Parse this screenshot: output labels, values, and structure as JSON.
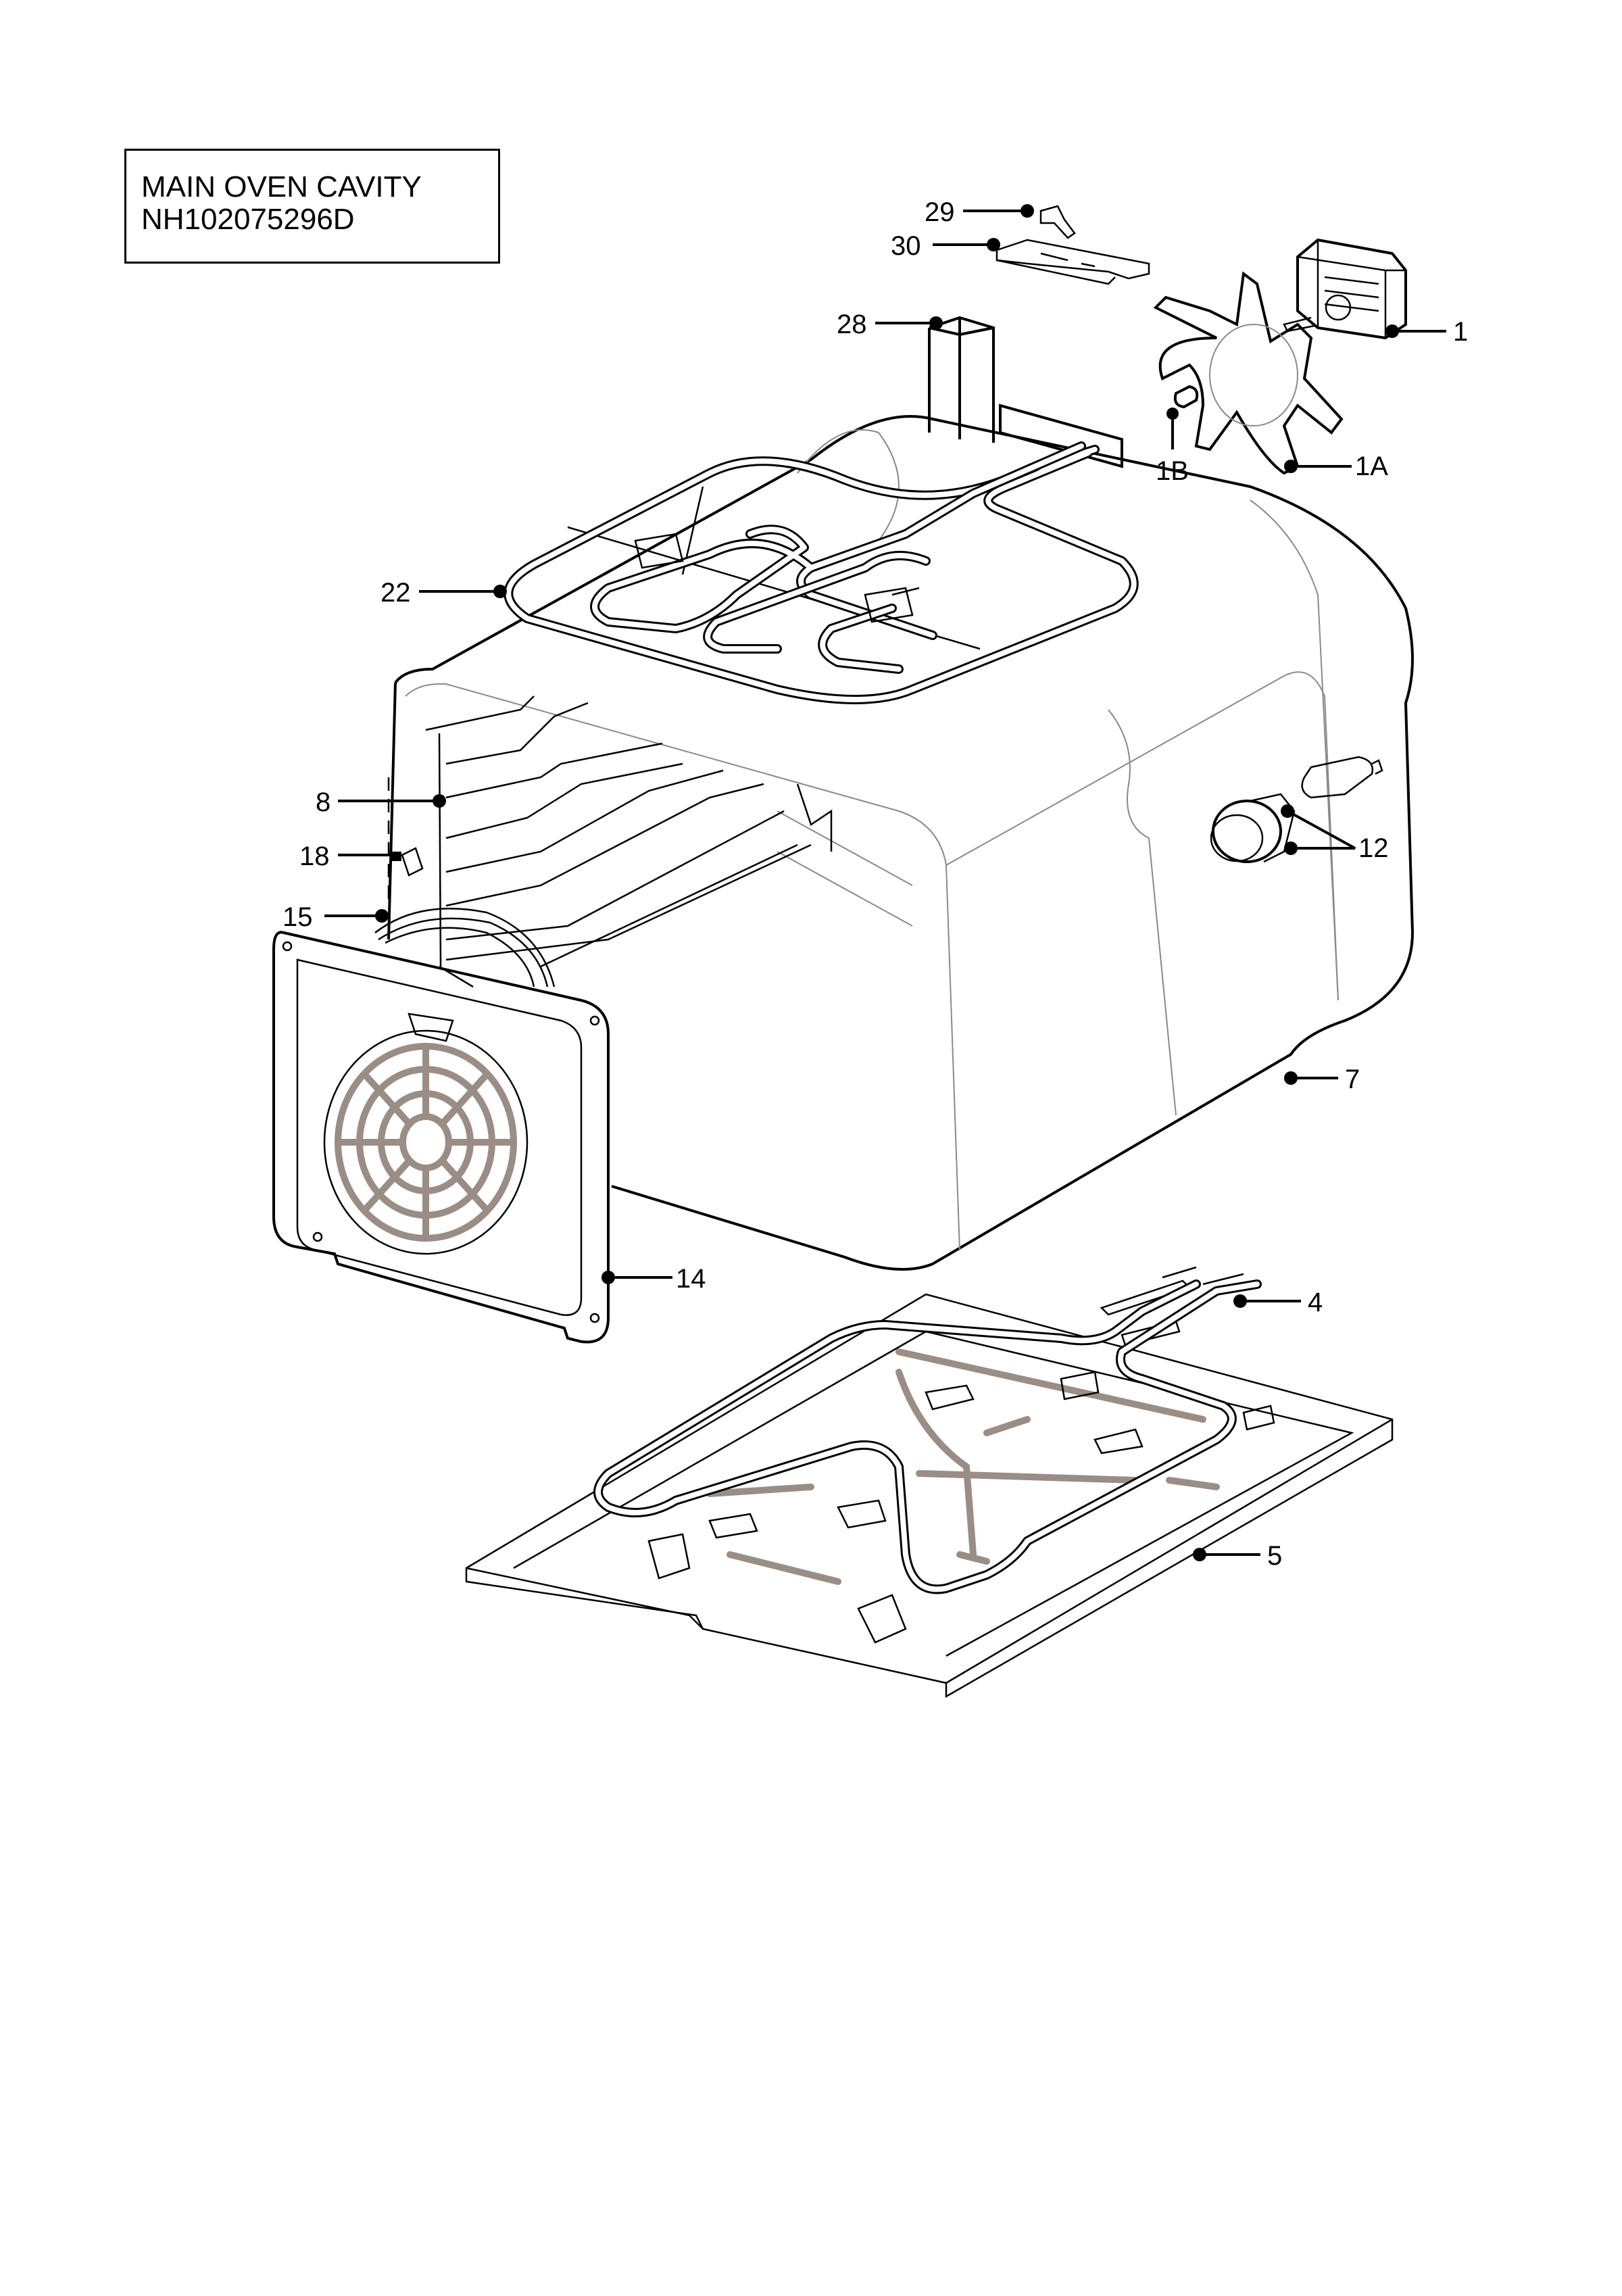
{
  "title": {
    "line1": "MAIN OVEN CAVITY",
    "line2": "NH102075296D"
  },
  "parts": [
    {
      "key": "p1",
      "label": "1",
      "part": "fan-motor"
    },
    {
      "key": "p1a",
      "label": "1A",
      "part": "fan-blade"
    },
    {
      "key": "p1b",
      "label": "1B",
      "part": "fan-nut"
    },
    {
      "key": "p4",
      "label": "4",
      "part": "lower-heating-element"
    },
    {
      "key": "p5",
      "label": "5",
      "part": "bottom-plate"
    },
    {
      "key": "p7",
      "label": "7",
      "part": "oven-cavity"
    },
    {
      "key": "p8",
      "label": "8",
      "part": "shelf-support"
    },
    {
      "key": "p12",
      "label": "12",
      "part": "oven-lamp"
    },
    {
      "key": "p14",
      "label": "14",
      "part": "fan-cover"
    },
    {
      "key": "p15",
      "label": "15",
      "part": "circular-element"
    },
    {
      "key": "p18",
      "label": "18",
      "part": "clip"
    },
    {
      "key": "p22",
      "label": "22",
      "part": "grill-element"
    },
    {
      "key": "p28",
      "label": "28",
      "part": "duct"
    },
    {
      "key": "p29",
      "label": "29",
      "part": "bracket"
    },
    {
      "key": "p30",
      "label": "30",
      "part": "mounting-plate"
    }
  ],
  "colors": {
    "line": "#000000",
    "faint": "#8a8a8a",
    "accent": "#9a8d86",
    "background": "#ffffff"
  }
}
